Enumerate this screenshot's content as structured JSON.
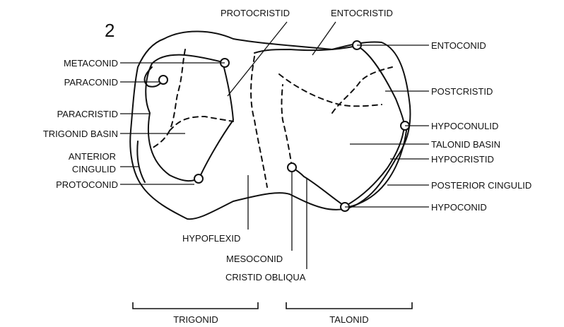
{
  "figure_number": "2",
  "labels": {
    "protocristid": "PROTOCRISTID",
    "entocristid": "ENTOCRISTID",
    "metaconid": "METACONID",
    "paraconid": "PARACONID",
    "paracristid": "PARACRISTID",
    "trigonid_basin": "TRIGONID BASIN",
    "anterior": "ANTERIOR",
    "cingulid": "CINGULID",
    "protoconid": "PROTOCONID",
    "entoconid": "ENTOCONID",
    "postcristid": "POSTCRISTID",
    "hypoconulid": "HYPOCONULID",
    "talonid_basin": "TALONID BASIN",
    "hypocristid": "HYPOCRISTID",
    "posterior_cingulid": "POSTERIOR CINGULID",
    "hypoconid": "HYPOCONID",
    "hypoflexid": "HYPOFLEXID",
    "mesoconid": "MESOCONID",
    "cristid_obliqua": "CRISTID OBLIQUA"
  },
  "brackets": {
    "trigonid": "TRIGONID",
    "talonid": "TALONID"
  }
}
